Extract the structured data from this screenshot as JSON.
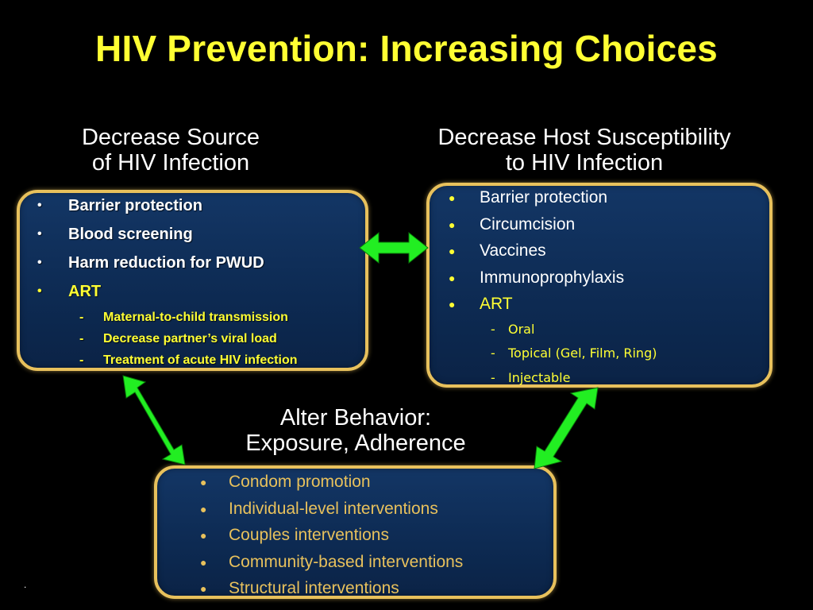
{
  "slide": {
    "title": "HIV Prevention: Increasing Choices",
    "footnote": ".",
    "colors": {
      "title": "#ffff33",
      "box_border": "#e8c15c",
      "box_fill": "#133665",
      "arrow": "#22ee22",
      "bottom_text": "#e8c15c"
    }
  },
  "left": {
    "heading_line1": "Decrease Source",
    "heading_line2": "of HIV Infection",
    "items": [
      {
        "bullet": "•",
        "label": "Barrier protection"
      },
      {
        "bullet": "•",
        "label": "Blood screening"
      },
      {
        "bullet": "•",
        "label": "Harm reduction for PWUD"
      },
      {
        "bullet": "•",
        "label": "ART"
      }
    ],
    "subitems": [
      {
        "dash": "-",
        "label": "Maternal-to-child transmission"
      },
      {
        "dash": "-",
        "label": "Decrease partner’s viral load"
      },
      {
        "dash": "-",
        "label": "Treatment of acute HIV infection"
      }
    ]
  },
  "right": {
    "heading_line1": "Decrease Host Susceptibility",
    "heading_line2": "to HIV Infection",
    "items": [
      {
        "bullet": "●",
        "label": "Barrier protection"
      },
      {
        "bullet": "●",
        "label": "Circumcision"
      },
      {
        "bullet": "●",
        "label": "Vaccines"
      },
      {
        "bullet": "●",
        "label": "Immunoprophylaxis"
      },
      {
        "bullet": "●",
        "label": "ART"
      }
    ],
    "subitems": [
      {
        "dash": "-",
        "label": "Oral"
      },
      {
        "dash": "-",
        "label": "Topical (Gel, Film, Ring)"
      },
      {
        "dash": "-",
        "label": "Injectable"
      }
    ]
  },
  "bottom": {
    "heading_line1": "Alter  Behavior:",
    "heading_line2": "Exposure, Adherence",
    "items": [
      {
        "bullet": "●",
        "label": "Condom promotion"
      },
      {
        "bullet": "●",
        "label": "Individual-level interventions"
      },
      {
        "bullet": "●",
        "label": "Couples interventions"
      },
      {
        "bullet": "●",
        "label": "Community-based interventions"
      },
      {
        "bullet": "●",
        "label": "Structural interventions"
      }
    ]
  }
}
